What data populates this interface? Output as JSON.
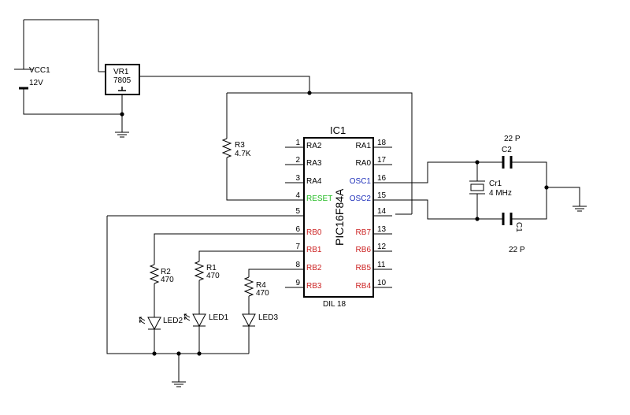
{
  "colors": {
    "wire": "#000000",
    "reset": "#22bb22",
    "osc": "#2233bb",
    "portb": "#cc2222"
  },
  "battery": {
    "name": "VCC1",
    "voltage": "12V"
  },
  "regulator": {
    "name": "VR1",
    "part": "7805"
  },
  "ic": {
    "name": "IC1",
    "part": "PIC16F84A",
    "package": "DIL 18"
  },
  "pins_left": [
    {
      "num": "1",
      "label": "RA2"
    },
    {
      "num": "2",
      "label": "RA3"
    },
    {
      "num": "3",
      "label": "RA4"
    },
    {
      "num": "4",
      "label": "RESET"
    },
    {
      "num": "5",
      "label": ""
    },
    {
      "num": "6",
      "label": "RB0"
    },
    {
      "num": "7",
      "label": "RB1"
    },
    {
      "num": "8",
      "label": "RB2"
    },
    {
      "num": "9",
      "label": "RB3"
    }
  ],
  "pins_right": [
    {
      "num": "18",
      "label": "RA1"
    },
    {
      "num": "17",
      "label": "RA0"
    },
    {
      "num": "16",
      "label": "OSC1"
    },
    {
      "num": "15",
      "label": "OSC2"
    },
    {
      "num": "14",
      "label": ""
    },
    {
      "num": "13",
      "label": "RB7"
    },
    {
      "num": "12",
      "label": "RB6"
    },
    {
      "num": "11",
      "label": "RB5"
    },
    {
      "num": "10",
      "label": "RB4"
    }
  ],
  "r3": {
    "name": "R3",
    "value": "4.7K"
  },
  "r2": {
    "name": "R2",
    "value": "470"
  },
  "r1": {
    "name": "R1",
    "value": "470"
  },
  "r4": {
    "name": "R4",
    "value": "470"
  },
  "led2": {
    "name": "LED2"
  },
  "led1": {
    "name": "LED1"
  },
  "led3": {
    "name": "LED3"
  },
  "c2": {
    "name": "C2",
    "value": "22 P"
  },
  "c1": {
    "name": "C1",
    "value": "22 P"
  },
  "crystal": {
    "name": "Cr1",
    "freq": "4 MHz"
  }
}
